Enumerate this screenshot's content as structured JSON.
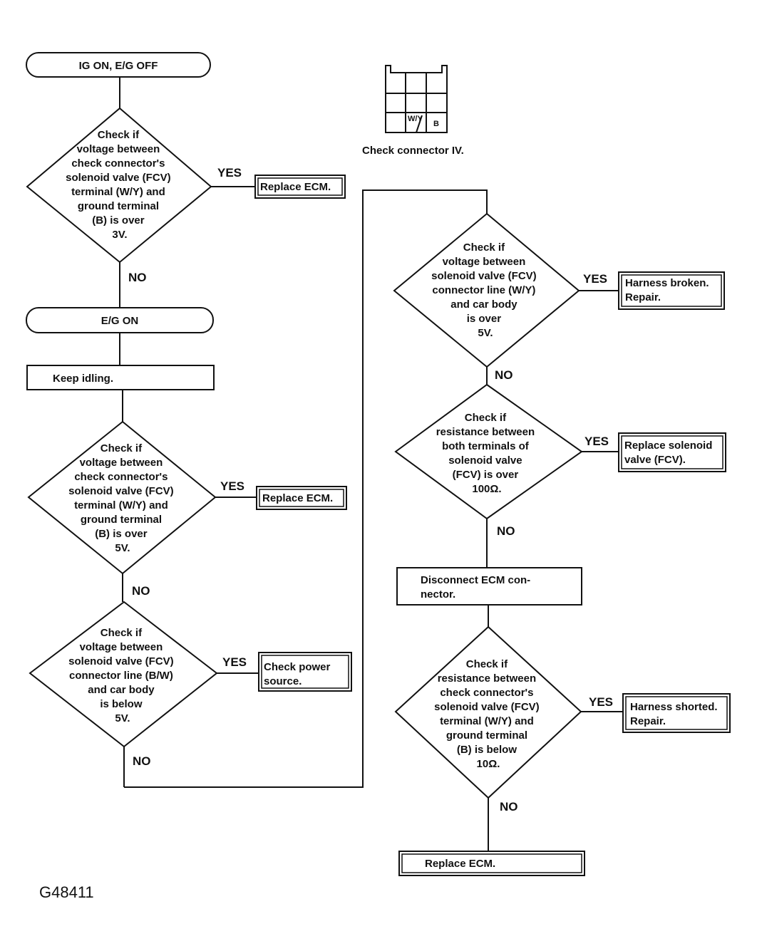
{
  "figure_id": "G48411",
  "connector": {
    "caption": "Check connector IV.",
    "pin_wy": "W/Y",
    "pin_b": "B"
  },
  "branch": {
    "yes": "YES",
    "no": "NO"
  },
  "steps": {
    "start_ig_on": "IG ON, E/G OFF",
    "check_3v": [
      "Check if",
      "voltage between",
      "check connector's",
      "solenoid valve (FCV)",
      "terminal (W/Y) and",
      "ground terminal",
      "(B) is over",
      "3V."
    ],
    "replace_ecm_1": "Replace ECM.",
    "eg_on": "E/G ON",
    "keep_idling": "Keep idling.",
    "check_5v": [
      "Check if",
      "voltage between",
      "check connector's",
      "solenoid valve (FCV)",
      "terminal (W/Y) and",
      "ground terminal",
      "(B) is over",
      "5V."
    ],
    "replace_ecm_2": "Replace ECM.",
    "check_bw": [
      "Check if",
      "voltage between",
      "solenoid valve (FCV)",
      "connector line (B/W)",
      "and car body",
      "is below",
      "5V."
    ],
    "check_power": [
      "Check power",
      "source."
    ],
    "check_wy_body": [
      "Check if",
      "voltage between",
      "solenoid valve (FCV)",
      "connector line (W/Y)",
      "and car body",
      "is over",
      "5V."
    ],
    "harness_broken": [
      "Harness broken.",
      "Repair."
    ],
    "check_res_100": [
      "Check if",
      "resistance between",
      "both terminals of",
      "solenoid valve",
      "(FCV) is over",
      "100Ω."
    ],
    "replace_solenoid": [
      "Replace solenoid",
      "valve (FCV)."
    ],
    "disconnect_ecm": [
      "Disconnect ECM con-",
      "nector."
    ],
    "check_res_10": [
      "Check if",
      "resistance between",
      "check connector's",
      "solenoid valve (FCV)",
      "terminal (W/Y) and",
      "ground terminal",
      "(B) is below",
      "10Ω."
    ],
    "harness_shorted": [
      "Harness shorted.",
      "Repair."
    ],
    "replace_ecm_final": "Replace ECM."
  }
}
